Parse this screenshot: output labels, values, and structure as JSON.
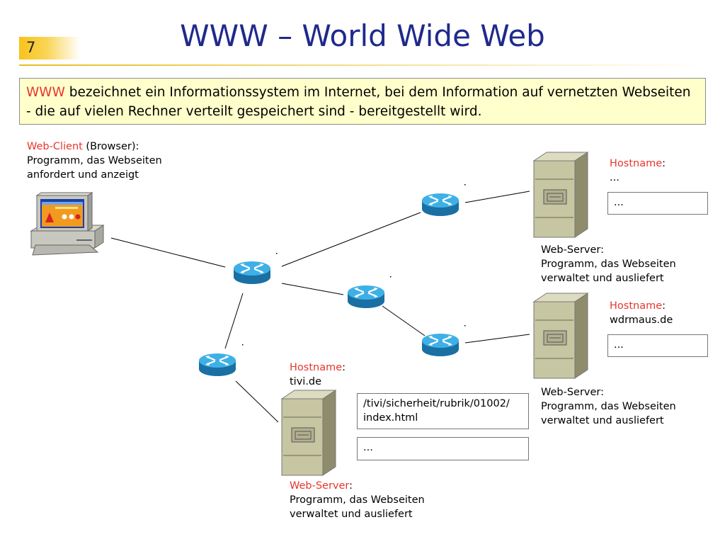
{
  "slide": {
    "number": "7",
    "title": "WWW – World Wide Web"
  },
  "definition": {
    "term": "WWW",
    "text": " bezeichnet ein Informationssystem im Internet, bei dem Information auf vernetzten Webseiten - die auf vielen Rechner verteilt gespeichert sind - bereitgestellt wird."
  },
  "client": {
    "title": "Web-Client",
    "title_suffix": " (Browser):",
    "line1": "Programm, das Webseiten",
    "line2": "anfordert und anzeigt"
  },
  "server_top": {
    "hostname_label": "Hostname",
    "colon": ":",
    "hostname_value": "...",
    "box_text": "...",
    "desc_title": "Web-Server:",
    "desc_line1": "Programm, das Webseiten",
    "desc_line2": "verwaltet und ausliefert"
  },
  "server_middle": {
    "hostname_label": "Hostname",
    "colon": ":",
    "hostname_value": "wdrmaus.de",
    "box_text": "...",
    "desc_title": "Web-Server:",
    "desc_line1": "Programm, das Webseiten",
    "desc_line2": "verwaltet und ausliefert"
  },
  "server_bottom": {
    "hostname_label": "Hostname",
    "colon": ":",
    "hostname_value": "tivi.de",
    "url_line1": "/tivi/sicherheit/rubrik/01002/",
    "url_line2": "index.html",
    "box_text": "...",
    "desc_title": "Web-Server",
    "desc_colon": ":",
    "desc_line1": "Programm, das Webseiten",
    "desc_line2": "verwaltet und ausliefert"
  },
  "colors": {
    "title": "#1f2a8c",
    "highlight": "#e8352e",
    "definition_background": "#ffffcc",
    "router": "#2e9ad0",
    "server": "#c8c8a8"
  },
  "icons": [
    "desktop-computer-icon",
    "router-icon",
    "server-tower-icon"
  ]
}
